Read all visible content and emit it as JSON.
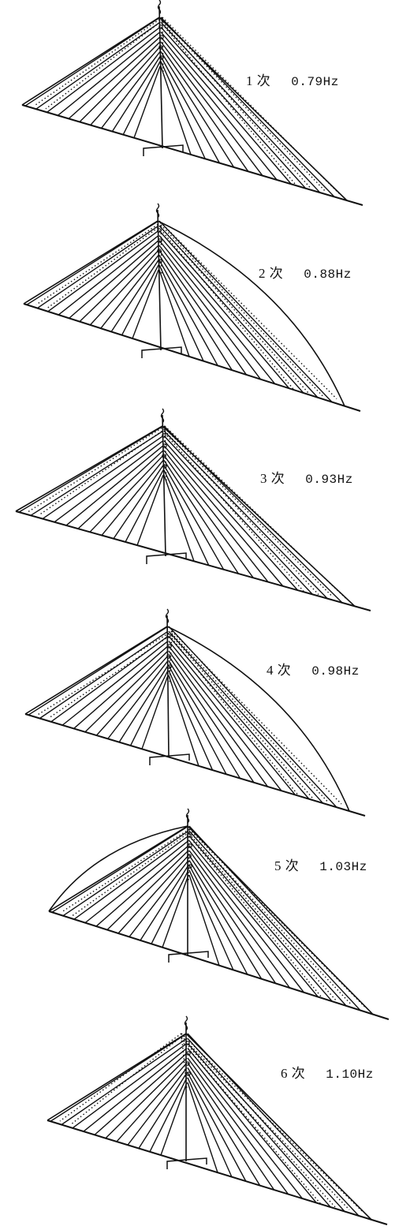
{
  "modes": [
    {
      "mode": "1 次",
      "freq": "0.79Hz"
    },
    {
      "mode": "2 次",
      "freq": "0.88Hz"
    },
    {
      "mode": "3 次",
      "freq": "0.93Hz"
    },
    {
      "mode": "4 次",
      "freq": "0.98Hz"
    },
    {
      "mode": "5 次",
      "freq": "1.03Hz"
    },
    {
      "mode": "6 次",
      "freq": "1.10Hz"
    }
  ],
  "colors": {
    "line": "#111111",
    "background": "#ffffff"
  }
}
